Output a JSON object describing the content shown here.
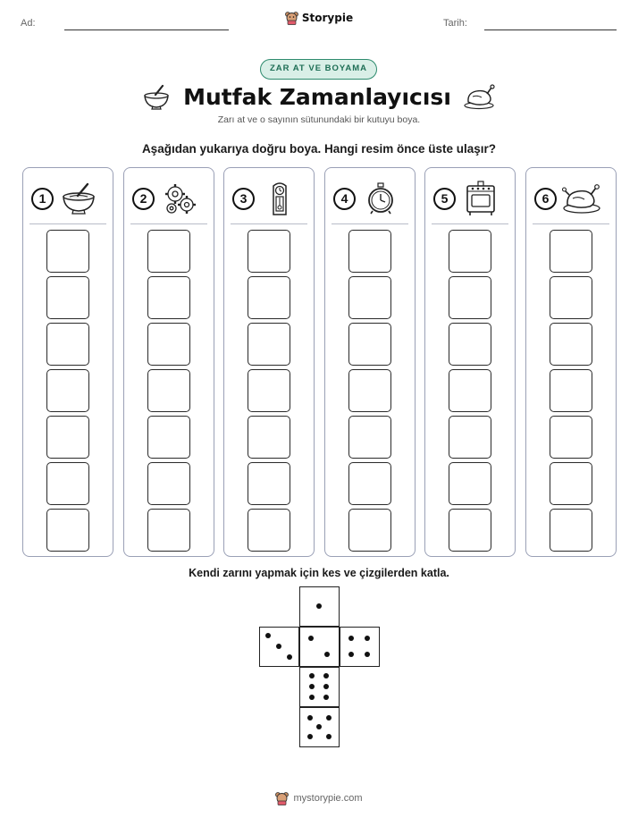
{
  "header": {
    "name_label": "Ad:",
    "date_label": "Tarih:",
    "brand": "Storypie",
    "brand_icon": "bear-logo-icon"
  },
  "badge": "ZAR AT VE BOYAMA",
  "title": "Mutfak Zamanlayıcısı",
  "subtitle": "Zarı at ve o sayının sütunundaki bir kutuyu boya.",
  "instruction": "Aşağıdan yukarıya doğru boya. Hangi resim önce üste ulaşır?",
  "columns": [
    {
      "number": "1",
      "icon": "mixing-bowl-icon"
    },
    {
      "number": "2",
      "icon": "gears-icon"
    },
    {
      "number": "3",
      "icon": "grandfather-clock-icon"
    },
    {
      "number": "4",
      "icon": "alarm-clock-icon"
    },
    {
      "number": "5",
      "icon": "oven-icon"
    },
    {
      "number": "6",
      "icon": "roast-chicken-icon"
    }
  ],
  "boxes_per_column": 7,
  "dice_instruction": "Kendi zarını yapmak için kes ve çizgilerden katla.",
  "dice_net_faces": [
    1,
    3,
    2,
    4,
    6,
    5
  ],
  "footer": "mystorypie.com",
  "colors": {
    "badge_bg": "#d9efe7",
    "badge_border": "#2e8b6e",
    "column_border": "#9aa0b6"
  }
}
